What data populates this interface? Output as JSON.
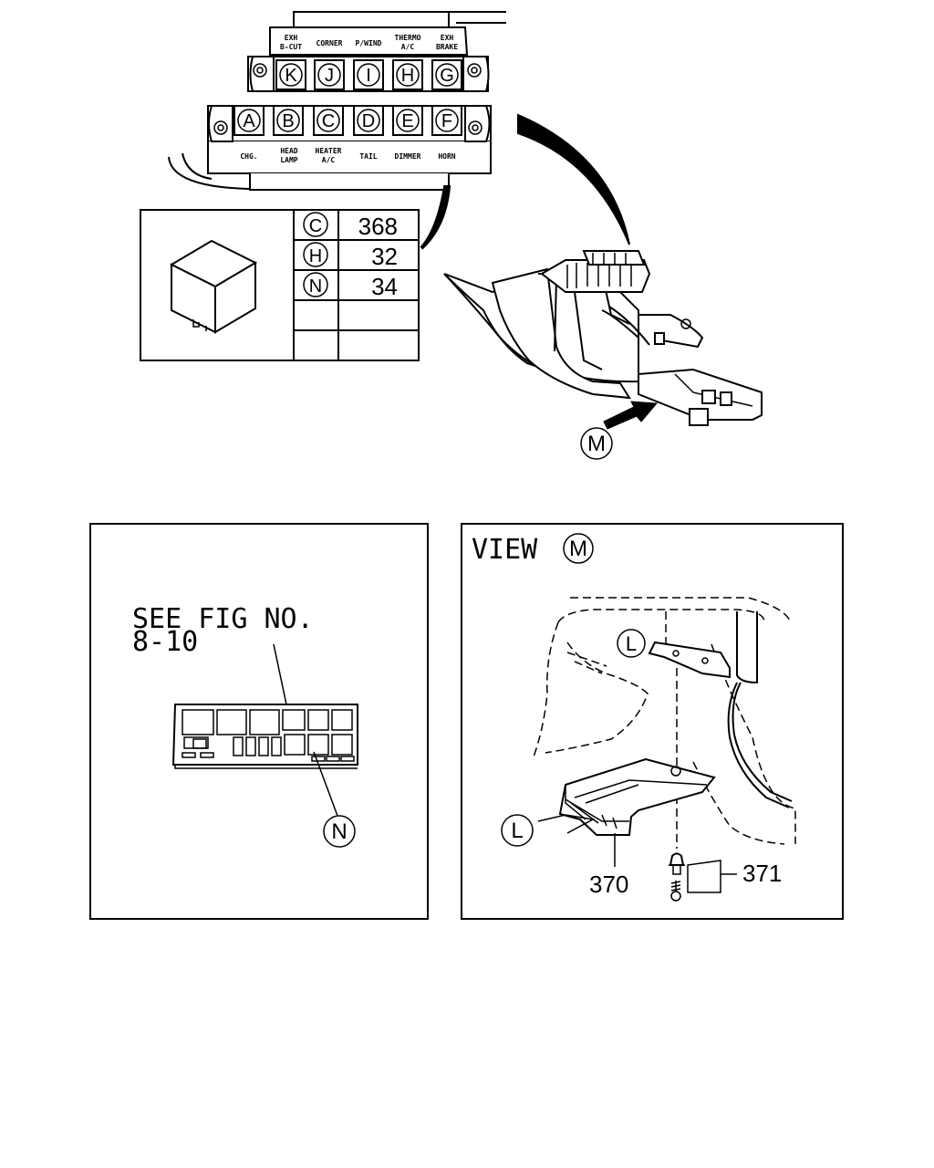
{
  "fuse_block": {
    "top_row": [
      {
        "letter": "K",
        "label1": "EXH",
        "label2": "B-CUT"
      },
      {
        "letter": "J",
        "label1": "CORNER",
        "label2": ""
      },
      {
        "letter": "I",
        "label1": "P/WIND",
        "label2": ""
      },
      {
        "letter": "H",
        "label1": "THERMO",
        "label2": "A/C"
      },
      {
        "letter": "G",
        "label1": "EXH",
        "label2": "BRAKE"
      }
    ],
    "bottom_row": [
      {
        "letter": "A",
        "label1": "CHG.",
        "label2": ""
      },
      {
        "letter": "B",
        "label1": "HEAD",
        "label2": "LAMP"
      },
      {
        "letter": "C",
        "label1": "HEATER",
        "label2": "A/C"
      },
      {
        "letter": "D",
        "label1": "TAIL",
        "label2": ""
      },
      {
        "letter": "E",
        "label1": "DIMMER",
        "label2": ""
      },
      {
        "letter": "F",
        "label1": "HORN",
        "label2": ""
      }
    ]
  },
  "relay_table": {
    "rows": [
      {
        "key": "C",
        "part": "368"
      },
      {
        "key": "H",
        "part": "32"
      },
      {
        "key": "N",
        "part": "34"
      },
      {
        "key": "",
        "part": ""
      },
      {
        "key": "",
        "part": ""
      }
    ]
  },
  "callout_m": "M",
  "panel_left": {
    "note_line1": "SEE FIG NO.",
    "note_line2": "8-10",
    "callout": "N"
  },
  "panel_right": {
    "view_label": "VIEW",
    "view_callout": "M",
    "callout_upper": "L",
    "callout_lower": "L",
    "part_370": "370",
    "part_371": "371"
  }
}
